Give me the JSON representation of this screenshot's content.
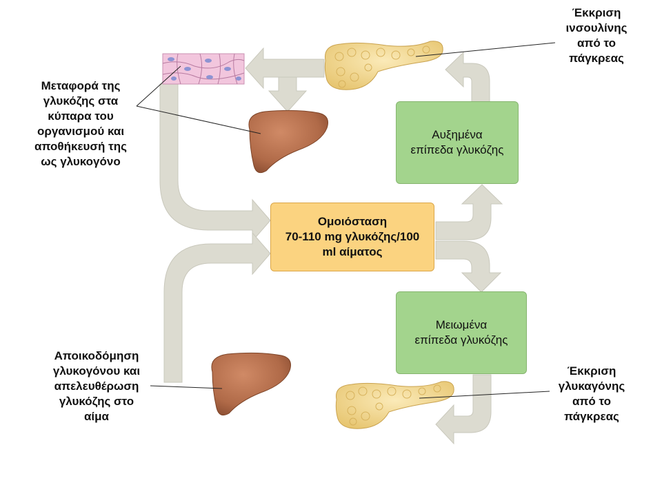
{
  "boxes": {
    "increased": {
      "line1": "Αυξημένα",
      "line2": "επίπεδα γλυκόζης",
      "color": "#a3d48d"
    },
    "homeostasis": {
      "line1": "Ομοιόσταση",
      "line2": "70-110 mg γλυκόζης/100",
      "line3": "ml αίματος",
      "color": "#fbd380"
    },
    "decreased": {
      "line1": "Μειωμένα",
      "line2": "επίπεδα γλυκόζης",
      "color": "#a3d48d"
    }
  },
  "labels": {
    "insulin": {
      "line1": "Έκκριση",
      "line2": "ινσουλίνης",
      "line3": "από το",
      "line4": "πάγκρεας"
    },
    "transport": {
      "line1": "Μεταφορά της",
      "line2": "γλυκόζης στα",
      "line3": "κύπαρα του",
      "line4": "οργανισμού και",
      "line5": "αποθήκευσή της",
      "line6": "ως γλυκογόνο"
    },
    "breakdown": {
      "line1": "Αποικοδόμηση",
      "line2": "γλυκογόνου και",
      "line3": "απελευθέρωση",
      "line4": "γλυκόζης στο",
      "line5": "αίμα"
    },
    "glucagon": {
      "line1": "Έκκριση",
      "line2": "γλυκαγόνης",
      "line3": "από το",
      "line4": "πάγκρεας"
    }
  },
  "colors": {
    "arrow": "#dcdbd0",
    "liver": "#b8714f",
    "pancreas": "#f3d894",
    "cells": "#f2c6dd"
  }
}
